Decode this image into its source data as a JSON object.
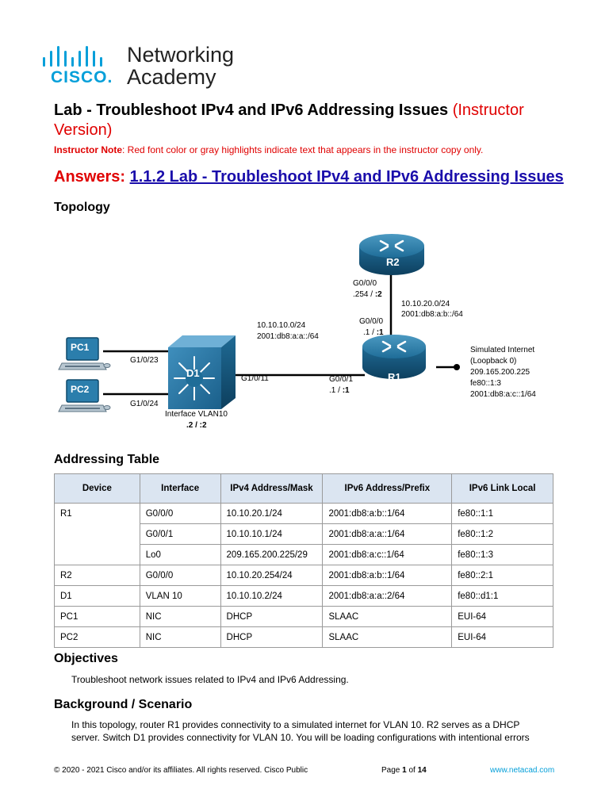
{
  "logo": {
    "line1": "Networking",
    "line2": "Academy",
    "cisco": "CISCO.",
    "brand_color": "#049fd9"
  },
  "title": {
    "main": "Lab - Troubleshoot IPv4 and IPv6 Addressing Issues ",
    "version": "(Instructor Version)"
  },
  "instructor_note": {
    "label": "Instructor Note",
    "text": ": Red font color or gray highlights indicate text that appears in the instructor copy only."
  },
  "answers": {
    "label": "Answers: ",
    "link": "1.1.2 Lab - Troubleshoot IPv4 and IPv6 Addressing Issues"
  },
  "topology": {
    "heading": "Topology",
    "devices": {
      "r1": "R1",
      "r2": "R2",
      "d1": "D1",
      "pc1": "PC1",
      "pc2": "PC2"
    },
    "labels": {
      "r2_if": "G0/0/0",
      "r2_addr_pre": ".254 / ",
      "r2_addr_bold": ":2",
      "net_20_v4": "10.10.20.0/24",
      "net_20_v6": "2001:db8:a:b::/64",
      "r1_if_up": "G0/0/0",
      "r1_addr_up_pre": ".1 / ",
      "r1_addr_up_bold": ":1",
      "net_10_v4": "10.10.10.0/24",
      "net_10_v6": "2001:db8:a:a::/64",
      "d1_g23": "G1/0/23",
      "d1_g24": "G1/0/24",
      "d1_g11": "G1/0/11",
      "r1_if_left": "G0/0/1",
      "r1_addr_left_pre": ".1 / ",
      "r1_addr_left_bold": ":1",
      "vlan_if": "Interface VLAN10",
      "vlan_addr": ".2 / :2",
      "inet_1": "Simulated Internet",
      "inet_2": "(Loopback 0)",
      "inet_3": "209.165.200.225",
      "inet_4": "fe80::1:3",
      "inet_5": "2001:db8:a:c::1/64"
    }
  },
  "addressing": {
    "heading": "Addressing Table",
    "headers": [
      "Device",
      "Interface",
      "IPv4 Address/Mask",
      "IPv6 Address/Prefix",
      "IPv6 Link Local"
    ],
    "rows": [
      [
        "R1",
        "G0/0/0",
        "10.10.20.1/24",
        "2001:db8:a:b::1/64",
        "fe80::1:1"
      ],
      [
        "",
        "G0/0/1",
        "10.10.10.1/24",
        "2001:db8:a:a::1/64",
        "fe80::1:2"
      ],
      [
        "",
        "Lo0",
        "209.165.200.225/29",
        "2001:db8:a:c::1/64",
        "fe80::1:3"
      ],
      [
        "R2",
        "G0/0/0",
        "10.10.20.254/24",
        "2001:db8:a:b::1/64",
        "fe80::2:1"
      ],
      [
        "D1",
        "VLAN 10",
        "10.10.10.2/24",
        "2001:db8:a:a::2/64",
        "fe80::d1:1"
      ],
      [
        "PC1",
        "NIC",
        "DHCP",
        "SLAAC",
        "EUI-64"
      ],
      [
        "PC2",
        "NIC",
        "DHCP",
        "SLAAC",
        "EUI-64"
      ]
    ]
  },
  "objectives": {
    "heading": "Objectives",
    "text": "Troubleshoot network issues related to IPv4 and IPv6 Addressing."
  },
  "background": {
    "heading": "Background / Scenario",
    "text": "In this topology, router R1 provides connectivity to a simulated internet for VLAN 10. R2 serves as a DHCP server. Switch D1 provides connectivity for VLAN 10. You will be loading configurations with intentional errors"
  },
  "footer": {
    "copyright": "© 2020 - 2021 Cisco and/or its affiliates. All rights reserved. Cisco Public",
    "page_pre": "Page ",
    "page_num": "1",
    "page_mid": " of ",
    "page_total": "14",
    "site": "www.netacad.com"
  }
}
